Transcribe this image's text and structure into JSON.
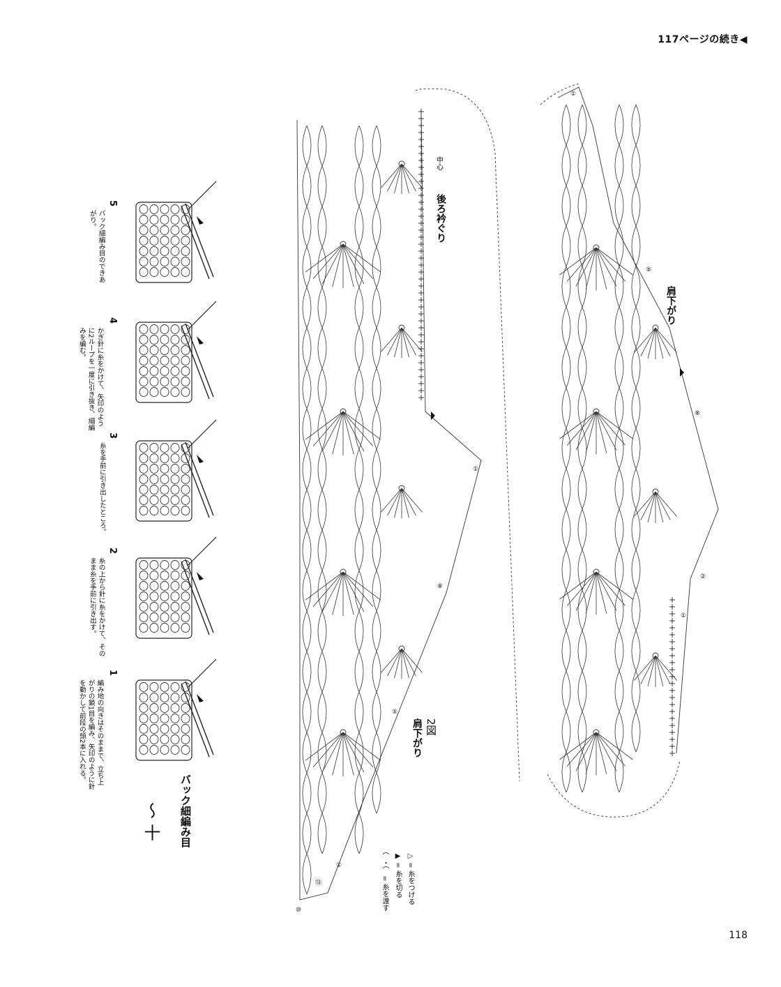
{
  "header": {
    "continued": "117ページの続き◀"
  },
  "page_number": "118",
  "back_stitch": {
    "title": "バック細編み目",
    "symbol": "〜\n十",
    "steps": [
      {
        "num": "1",
        "text": "編み地の向きはそのままで、立ち上がりの鎖1目を編み、矢印のように針を動かして前段の頭2本に入れる。"
      },
      {
        "num": "2",
        "text": "糸の上から針に糸をかけて、そのまま糸を手前に引き出す。"
      },
      {
        "num": "3",
        "text": "糸を手前に引き出したところ。"
      },
      {
        "num": "4",
        "text": "かぎ針に糸をかけて、矢印のように2ループを一度に引き抜き、細編みを編む。"
      },
      {
        "num": "5",
        "text": "バック細編み目のできあがり。"
      }
    ]
  },
  "chart_left": {
    "label_back_neck": "後ろ衿ぐり",
    "label_center": "中心",
    "label_shoulder": "肩下がり",
    "label_fig": "2図",
    "row_marks": [
      "①",
      "⑧",
      "①",
      "⑤",
      "⑩",
      "⑬"
    ]
  },
  "chart_right": {
    "label_shoulder": "肩下がり",
    "row_marks": [
      "①",
      "⑤",
      "⑧",
      "②",
      "①"
    ]
  },
  "legend": {
    "items": [
      "▷ = 糸をつける",
      "▶ = 糸を切る",
      "⌒・⌒ = 糸を渡す"
    ]
  }
}
